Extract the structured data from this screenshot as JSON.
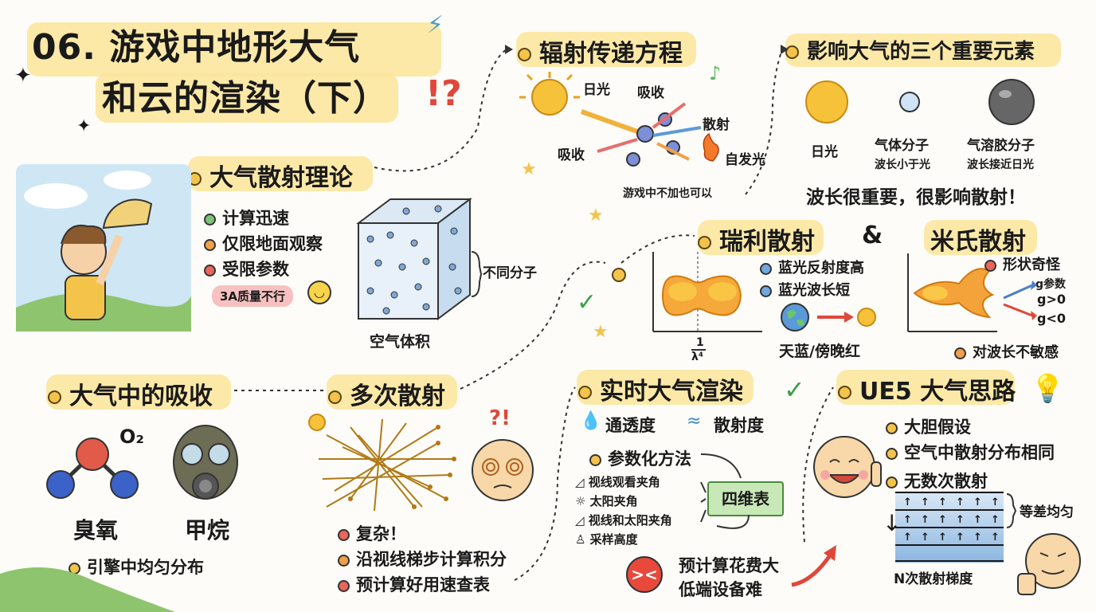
{
  "title": {
    "line1": "06. 游戏中地形大气",
    "line2": "和云的渲染（下）"
  },
  "scatter_theory": {
    "heading": "大气散射理论",
    "items": [
      "计算迅速",
      "仅限地面观察",
      "受限参数"
    ],
    "badge": "3A质量不行",
    "cube_label": "空气体积",
    "molecules_label": "不同分子"
  },
  "rte": {
    "heading": "辐射传递方程",
    "sunlight": "日光",
    "absorb_top": "吸收",
    "scatter": "散射",
    "absorb_left": "吸收",
    "emit": "自发光",
    "note": "游戏中不加也可以"
  },
  "elements": {
    "heading": "影响大气的三个重要元素",
    "sun": "日光",
    "gas": "气体分子",
    "gas_note": "波长小于光",
    "aerosol": "气溶胶分子",
    "aerosol_note": "波长接近日光",
    "summary": "波长很重要，很影响散射！"
  },
  "rayleigh": {
    "heading": "瑞利散射",
    "amp": "&",
    "notes": [
      "蓝光反射度高",
      "蓝光波长短"
    ],
    "sky": "天蓝/傍晚红",
    "axis_num": "1",
    "axis_den": "λ⁴"
  },
  "mie": {
    "heading": "米氏散射",
    "shape": "形状奇怪",
    "g": "g参数",
    "g_pos": "g>0",
    "g_neg": "g<0",
    "insensitive": "对波长不敏感"
  },
  "absorption": {
    "heading": "大气中的吸收",
    "o2": "O₂",
    "ozone": "臭氧",
    "methane": "甲烷",
    "note": "引擎中均匀分布"
  },
  "multi": {
    "heading": "多次散射",
    "items": [
      "复杂！",
      "沿视线梯步计算积分",
      "预计算好用速查表"
    ],
    "mark": "?!"
  },
  "realtime": {
    "heading": "实时大气渲染",
    "transmittance": "通透度",
    "scattering": "散射度",
    "param": "参数化方法",
    "params": [
      "视线观看夹角",
      "太阳夹角",
      "视线和太阳夹角",
      "采样高度"
    ],
    "table": "四维表",
    "cost1": "预计算花费大",
    "cost2": "低端设备难"
  },
  "ue5": {
    "heading": "UE5 大气思路",
    "items": [
      "大胆假设",
      "空气中散射分布相同",
      "无数次散射"
    ],
    "even": "等差均匀",
    "gradient": "N次散射梯度"
  },
  "colors": {
    "highlight": "#fbe59a",
    "accent": "#f4c34a",
    "blue": "#6fa8e0"
  }
}
